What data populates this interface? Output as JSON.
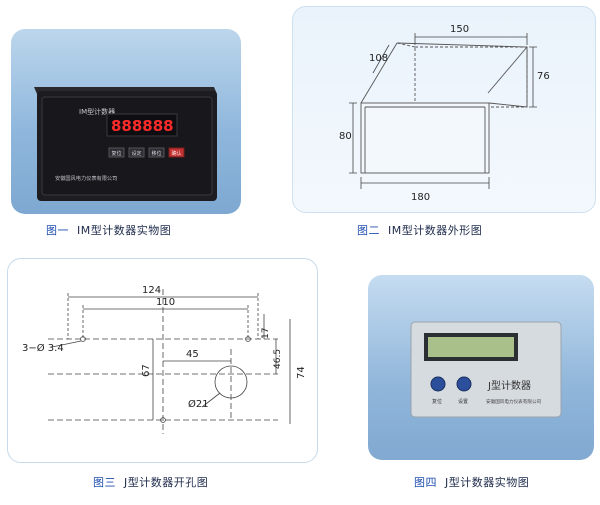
{
  "captions": {
    "fig1": {
      "num": "图一",
      "text": "IM型计数器实物图"
    },
    "fig2": {
      "num": "图二",
      "text": "IM型计数器外形图"
    },
    "fig3": {
      "num": "图三",
      "text": "J型计数器开孔图"
    },
    "fig4": {
      "num": "图四",
      "text": "J型计数器实物图"
    }
  },
  "device_im": {
    "label": "IM型计数器",
    "buttons": [
      "复位",
      "设定",
      "移位",
      "确认"
    ],
    "maker": "安徽国风电力仪表有限公司"
  },
  "outline_dims": {
    "width": "150",
    "depth": "108",
    "height": "76",
    "front_height": "80",
    "front_width": "180"
  },
  "cutout_dims": {
    "overall": "124",
    "inner": "110",
    "hole_spec": "3−Ø 3.4",
    "top_offset": "17",
    "h_mid": "45",
    "v_mid": "67",
    "round_hole": "Ø21",
    "h1": "46.5",
    "h2": "74"
  },
  "device_j": {
    "label": "J型计数器",
    "buttons": [
      "复位",
      "设置"
    ],
    "maker": "安徽国风电力仪表有限公司"
  },
  "colors": {
    "caption_num": "#1f4fb0",
    "led_red": "#ff2a2a",
    "lcd": "#a9c08a"
  }
}
